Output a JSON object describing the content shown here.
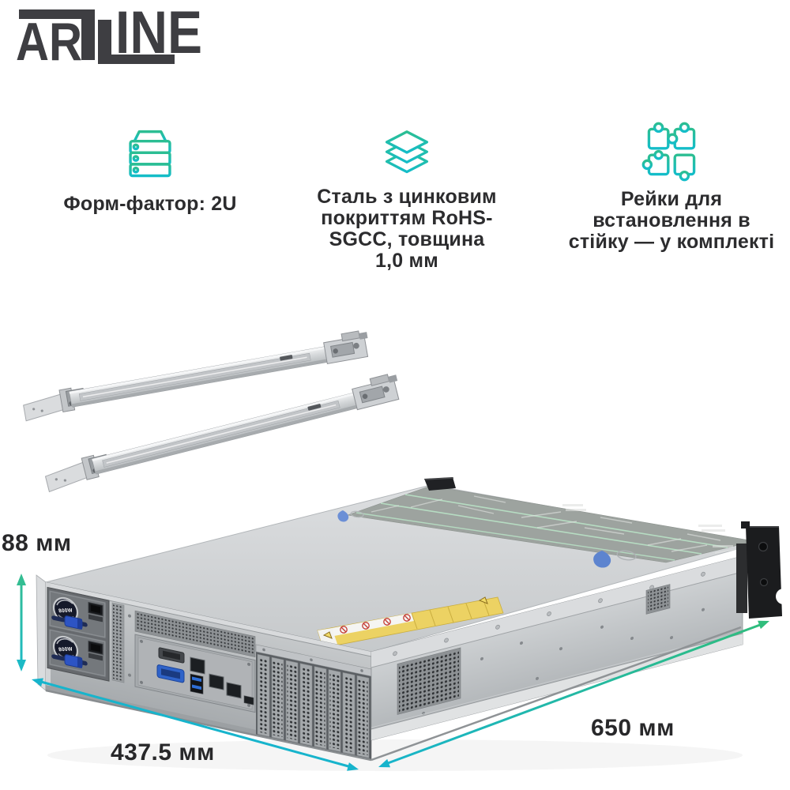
{
  "brand": {
    "name": "ARTLINE",
    "part_left": "AR",
    "part_right": "INE"
  },
  "features": [
    {
      "icon": "server-rack-icon",
      "lines": [
        "Форм-фактор: 2U"
      ]
    },
    {
      "icon": "steel-layers-icon",
      "lines": [
        "Сталь з цинковим",
        "покриттям RoHS-",
        "SGCC, товщина",
        "1,0 мм"
      ]
    },
    {
      "icon": "puzzle-pieces-icon",
      "lines": [
        "Рейки для",
        "встановлення в",
        "стійку — у комплекті"
      ]
    }
  ],
  "dimensions": {
    "height": "88 мм",
    "width": "437.5 мм",
    "depth": "650 мм"
  },
  "product": {
    "psu_label": "800W"
  },
  "colors": {
    "accent_cyan": "#17b4cc",
    "accent_green": "#2fbd7c",
    "icon_gradient_top": "#2cbe92",
    "icon_gradient_bottom": "#14bdc9",
    "logo": "#3e3e42",
    "text": "#2c2c2e",
    "psu_handle_blue": "#2d54c4",
    "warning_yellow": "#ecd263"
  }
}
